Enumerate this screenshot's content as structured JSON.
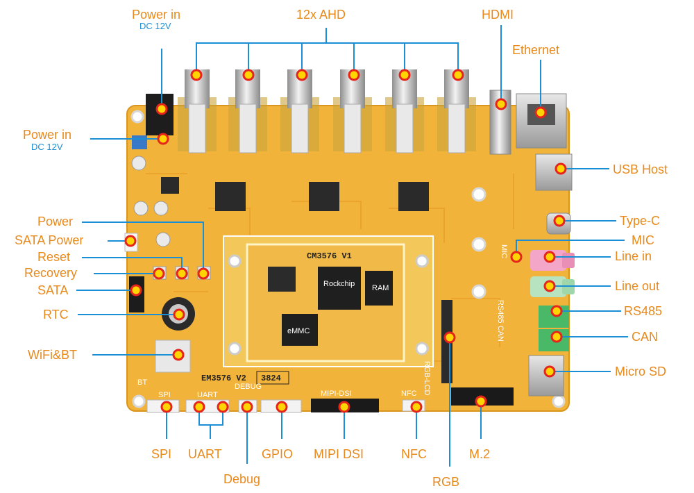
{
  "labels": {
    "power_in_top": "Power in",
    "power_in_top_sub": "DC 12V",
    "ahd": "12x AHD",
    "hdmi": "HDMI",
    "ethernet": "Ethernet",
    "power_in_left": "Power in",
    "power_in_left_sub": "DC 12V",
    "usb_host": "USB Host",
    "power": "Power",
    "type_c": "Type-C",
    "sata_power": "SATA Power",
    "mic": "MIC",
    "reset": "Reset",
    "line_in": "Line in",
    "recovery": "Recovery",
    "line_out": "Line out",
    "sata": "SATA",
    "rs485": "RS485",
    "rtc": "RTC",
    "can": "CAN",
    "wifi_bt": "WiFi&BT",
    "micro_sd": "Micro SD",
    "spi": "SPI",
    "uart": "UART",
    "gpio": "GPIO",
    "mipi_dsi": "MIPI DSI",
    "nfc": "NFC",
    "m2": "M.2",
    "debug": "Debug",
    "rgb": "RGB"
  },
  "silkscreen": {
    "board_name": "EM3576 V2",
    "board_rev": "3824",
    "module_name": "CM3576 V1",
    "emmc": "eMMC",
    "ram": "RAM",
    "soc_brand": "Rockchip",
    "spi": "SPI",
    "uart": "UART",
    "debug": "DEBUG",
    "mipi_dsi": "MIPI-DSI",
    "nfc": "NFC",
    "rgb_lcd": "RGB-LCD",
    "rs485_can": "RS485 CAN",
    "mic": "MIC",
    "bt": "BT"
  },
  "colors": {
    "label": "#e8891c",
    "sub": "#1a8fd6",
    "leader": "#1a8fd6",
    "board": "#f2b33a",
    "marker": "#ffd400",
    "marker_ring": "#e5241b"
  }
}
